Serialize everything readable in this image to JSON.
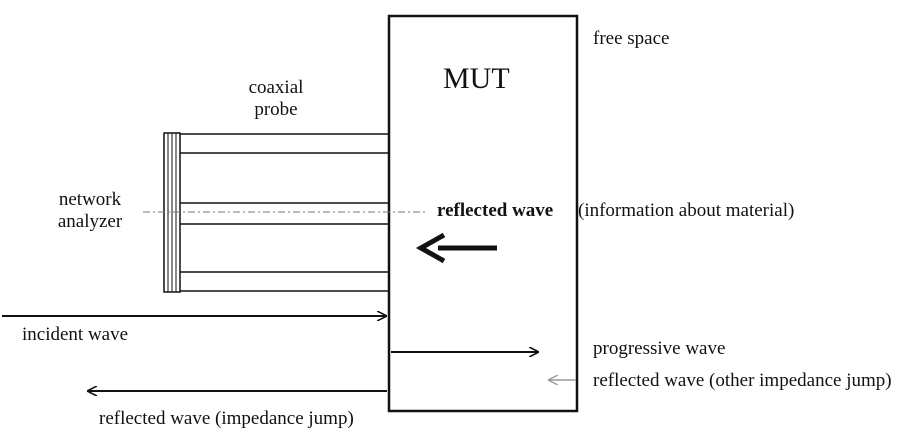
{
  "labels": {
    "free_space": "free space",
    "mut": "MUT",
    "coaxial": "coaxial",
    "probe": "probe",
    "network": "network",
    "analyzer": "analyzer",
    "reflected_wave_main": "reflected wave",
    "reflected_info": "(information about material)",
    "incident_wave": "incident wave",
    "progressive_wave": "progressive wave",
    "reflected_other": "reflected wave (other impedance jump)",
    "reflected_impedance": "reflected wave (impedance jump)"
  }
}
